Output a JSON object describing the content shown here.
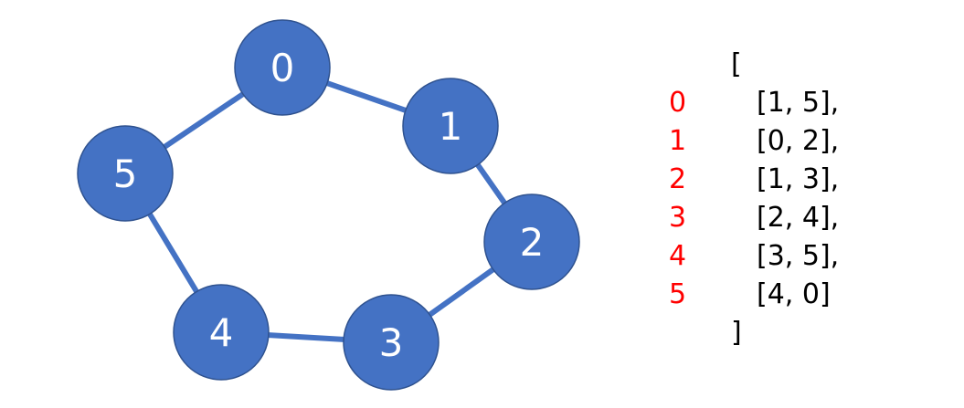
{
  "colors": {
    "node_fill": "#4472C4",
    "node_stroke": "#2F528F",
    "edge": "#4472C4",
    "index": "#FF0000",
    "text": "#000000"
  },
  "nodes": [
    "0",
    "1",
    "2",
    "3",
    "4",
    "5"
  ],
  "edges": [
    [
      "0",
      "1"
    ],
    [
      "1",
      "2"
    ],
    [
      "2",
      "3"
    ],
    [
      "3",
      "4"
    ],
    [
      "4",
      "5"
    ],
    [
      "5",
      "0"
    ]
  ],
  "adjacency": {
    "open_bracket": "[",
    "close_bracket": "]",
    "indices": [
      "0",
      "1",
      "2",
      "3",
      "4",
      "5"
    ],
    "rows": [
      "[1, 5],",
      "[0, 2],",
      "[1, 3],",
      "[2, 4],",
      "[3, 5],",
      "[4, 0]"
    ]
  }
}
